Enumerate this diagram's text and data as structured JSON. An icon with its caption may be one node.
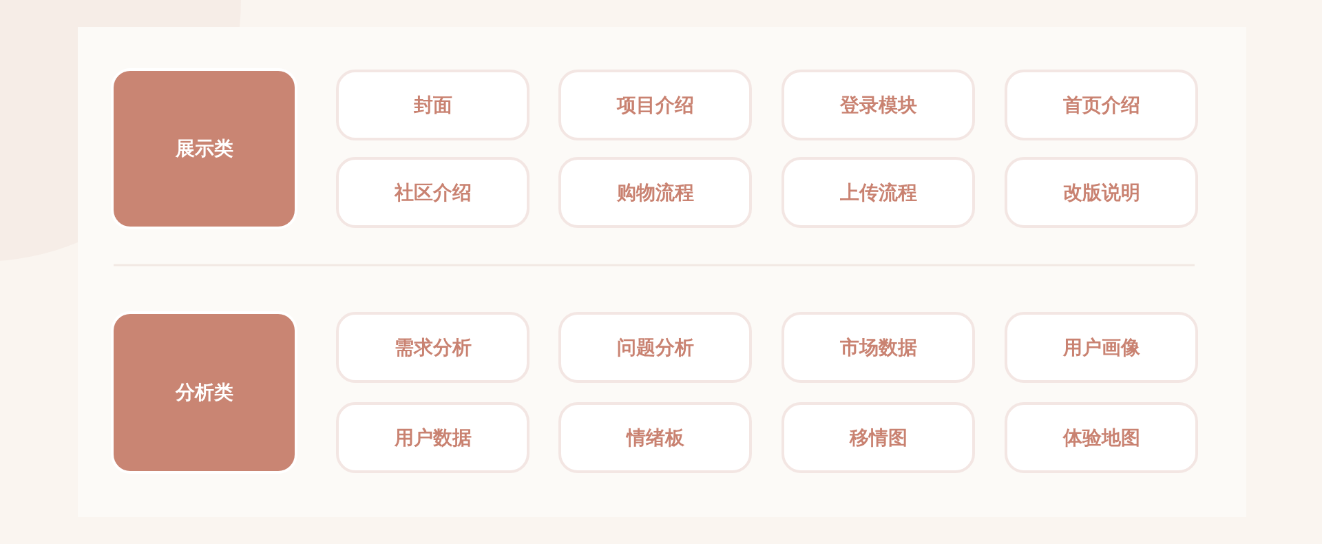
{
  "diagram": {
    "nodes": [
      {
        "text": [
          "展示类"
        ]
      },
      {
        "text": [
          "封面"
        ]
      },
      {
        "text": [
          "项目介绍"
        ]
      },
      {
        "text": [
          "登录模块"
        ]
      },
      {
        "text": [
          "首页介绍"
        ]
      },
      {
        "text": [
          "社区介绍"
        ]
      },
      {
        "text": [
          "购物流程"
        ]
      },
      {
        "text": [
          "上传流程"
        ]
      },
      {
        "text": [
          "改版说明"
        ]
      },
      {
        "text": [
          "分析类"
        ]
      },
      {
        "text": [
          "需求分析"
        ]
      },
      {
        "text": [
          "问题分析"
        ]
      },
      {
        "text": [
          "市场数据"
        ]
      },
      {
        "text": [
          "用户画像"
        ]
      },
      {
        "text": [
          "用户数据"
        ]
      },
      {
        "text": [
          "情绪板"
        ]
      },
      {
        "text": [
          "移情图"
        ]
      },
      {
        "text": [
          "体验地图"
        ]
      }
    ]
  }
}
